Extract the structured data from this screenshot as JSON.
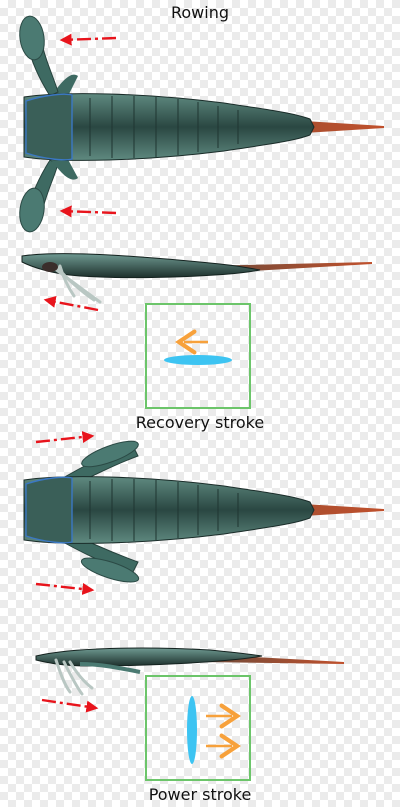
{
  "title": "Rowing",
  "sections": [
    {
      "caption": "Recovery stroke"
    },
    {
      "caption": "Power stroke"
    }
  ],
  "colors": {
    "arrow_red": "#e8141c",
    "arrow_orange": "#f7a13b",
    "paddle_blue": "#3dc4f2",
    "box_green": "#6cc56a",
    "body_dark": "#2a4742",
    "body_mid": "#3e6a62",
    "tail_red": "#9b3a22"
  }
}
